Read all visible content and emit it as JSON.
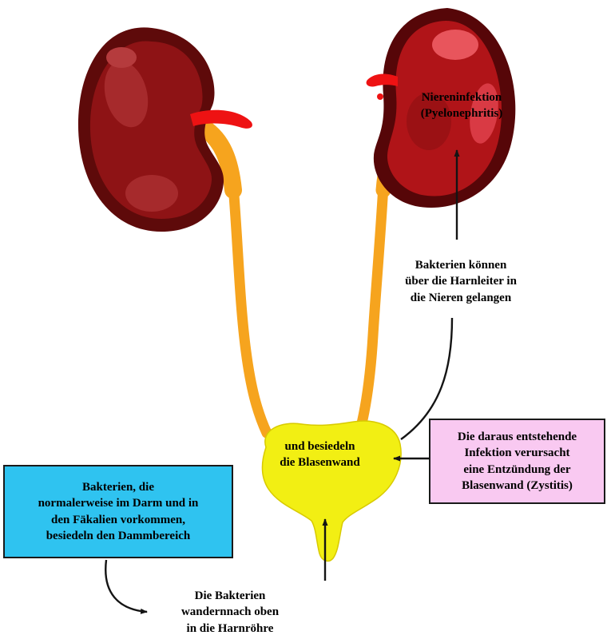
{
  "diagram": {
    "subject": "Harnwegsinfektion (urinary tract infection) pathway diagram",
    "labels": {
      "kidney_infection": "Niereninfektion\n(Pyelonephritis)",
      "bacteria_to_kidneys": "Bakterien können\nüber die Harnleiter in\ndie Nieren gelangen",
      "bladder_colonization": "und besiedeln\ndie Blasenwand",
      "cystitis_box": "Die daraus entstehende\nInfektion verursacht\neine Entzündung der\nBlasenwand (Zystitis)",
      "perineum_box": "Bakterien, die\nnormalerweise im Darm und in\nden Fäkalien vorkommen,\nbesiedeln den Dammbereich",
      "urethra_ascent": "Die Bakterien\nwandernnach oben\nin die Harnröhre"
    },
    "colors": {
      "kidney_outline": "#5c0708",
      "kidney_body_left": "#8e1315",
      "kidney_body_right": "#b01418",
      "kidney_highlight": "#d94a50",
      "vessel_red": "#ee1213",
      "ureter_orange": "#f6a41e",
      "bladder_yellow": "#f2ef13",
      "box_cyan_bg": "#2fc3f0",
      "box_pink_bg": "#f9c9f1",
      "arrow_black": "#141414"
    }
  }
}
